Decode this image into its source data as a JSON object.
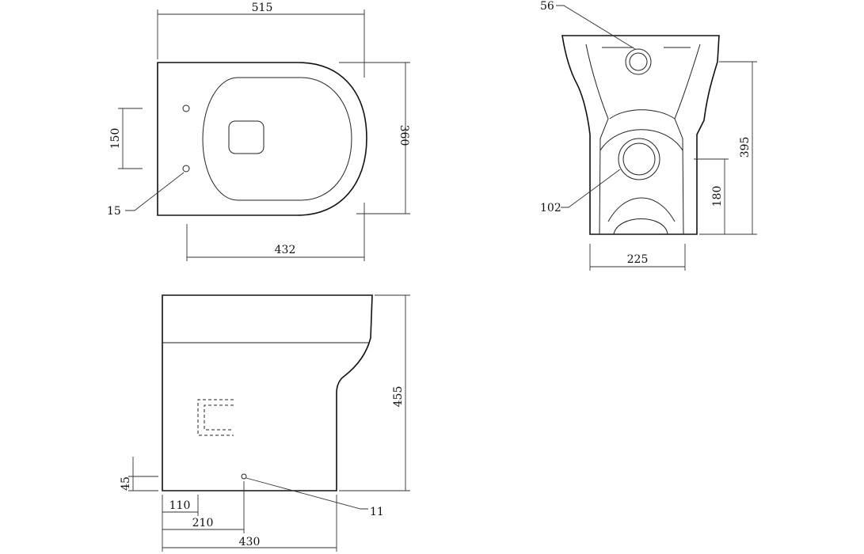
{
  "top_view": {
    "dims": {
      "overall_depth": "515",
      "overall_width": "360",
      "hole_spacing": "150",
      "fixing_hole": "15",
      "rim_depth": "432"
    }
  },
  "rear_view": {
    "dims": {
      "inlet": "56",
      "outlet": "102",
      "height": "395",
      "outlet_height": "180",
      "width": "225"
    }
  },
  "side_view": {
    "dims": {
      "height": "455",
      "outlet_height": "45",
      "hole_a": "110",
      "hole_b": "210",
      "length": "430",
      "fixing_hole": "11"
    }
  }
}
